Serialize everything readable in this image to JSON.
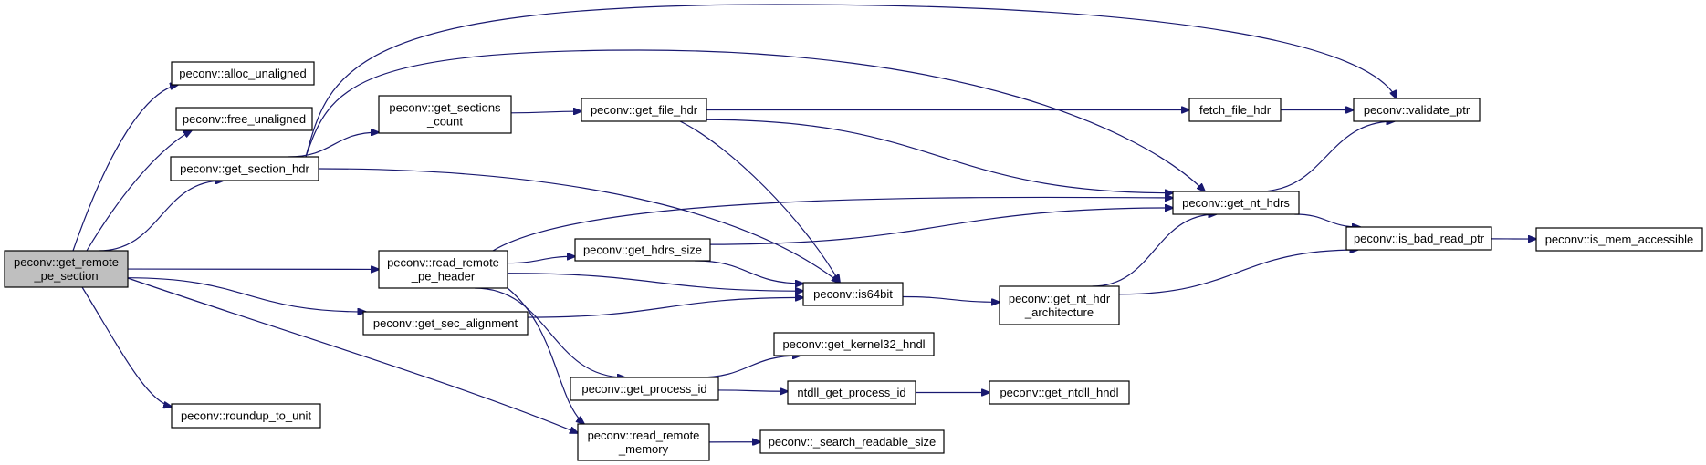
{
  "graph": {
    "nodes": [
      {
        "id": "root",
        "lines": [
          "peconv::get_remote",
          "_pe_section"
        ],
        "root": true
      },
      {
        "id": "alloc",
        "lines": [
          "peconv::alloc_unaligned"
        ]
      },
      {
        "id": "free",
        "lines": [
          "peconv::free_unaligned"
        ]
      },
      {
        "id": "sechdr",
        "lines": [
          "peconv::get_section_hdr"
        ]
      },
      {
        "id": "seccount",
        "lines": [
          "peconv::get_sections",
          "_count"
        ]
      },
      {
        "id": "readhdr",
        "lines": [
          "peconv::read_remote",
          "_pe_header"
        ]
      },
      {
        "id": "secalign",
        "lines": [
          "peconv::get_sec_alignment"
        ]
      },
      {
        "id": "roundup",
        "lines": [
          "peconv::roundup_to_unit"
        ]
      },
      {
        "id": "filehdr",
        "lines": [
          "peconv::get_file_hdr"
        ]
      },
      {
        "id": "hdrssize",
        "lines": [
          "peconv::get_hdrs_size"
        ]
      },
      {
        "id": "procid",
        "lines": [
          "peconv::get_process_id"
        ]
      },
      {
        "id": "readmem",
        "lines": [
          "peconv::read_remote",
          "_memory"
        ]
      },
      {
        "id": "kernel32",
        "lines": [
          "peconv::get_kernel32_hndl"
        ]
      },
      {
        "id": "ntdllpid",
        "lines": [
          "ntdll_get_process_id"
        ]
      },
      {
        "id": "searchsize",
        "lines": [
          "peconv::_search_readable_size"
        ]
      },
      {
        "id": "is64",
        "lines": [
          "peconv::is64bit"
        ]
      },
      {
        "id": "fetch",
        "lines": [
          "fetch_file_hdr"
        ]
      },
      {
        "id": "nthdrs",
        "lines": [
          "peconv::get_nt_hdrs"
        ]
      },
      {
        "id": "ntarch",
        "lines": [
          "peconv::get_nt_hdr",
          "_architecture"
        ]
      },
      {
        "id": "ntdllhndl",
        "lines": [
          "peconv::get_ntdll_hndl"
        ]
      },
      {
        "id": "validate",
        "lines": [
          "peconv::validate_ptr"
        ]
      },
      {
        "id": "badread",
        "lines": [
          "peconv::is_bad_read_ptr"
        ]
      },
      {
        "id": "memacc",
        "lines": [
          "peconv::is_mem_accessible"
        ]
      }
    ],
    "edges": [
      {
        "from": "root",
        "to": "alloc"
      },
      {
        "from": "root",
        "to": "free"
      },
      {
        "from": "root",
        "to": "sechdr"
      },
      {
        "from": "root",
        "to": "readhdr"
      },
      {
        "from": "root",
        "to": "secalign"
      },
      {
        "from": "root",
        "to": "roundup"
      },
      {
        "from": "root",
        "to": "readmem"
      },
      {
        "from": "sechdr",
        "to": "seccount"
      },
      {
        "from": "sechdr",
        "to": "validate"
      },
      {
        "from": "sechdr",
        "to": "nthdrs"
      },
      {
        "from": "sechdr",
        "to": "is64"
      },
      {
        "from": "seccount",
        "to": "filehdr"
      },
      {
        "from": "filehdr",
        "to": "fetch"
      },
      {
        "from": "filehdr",
        "to": "nthdrs"
      },
      {
        "from": "filehdr",
        "to": "is64"
      },
      {
        "from": "fetch",
        "to": "validate"
      },
      {
        "from": "readhdr",
        "to": "hdrssize"
      },
      {
        "from": "readhdr",
        "to": "nthdrs"
      },
      {
        "from": "readhdr",
        "to": "is64"
      },
      {
        "from": "readhdr",
        "to": "procid"
      },
      {
        "from": "readhdr",
        "to": "readmem"
      },
      {
        "from": "hdrssize",
        "to": "nthdrs"
      },
      {
        "from": "hdrssize",
        "to": "is64"
      },
      {
        "from": "secalign",
        "to": "is64"
      },
      {
        "from": "is64",
        "to": "ntarch"
      },
      {
        "from": "ntarch",
        "to": "nthdrs"
      },
      {
        "from": "ntarch",
        "to": "badread"
      },
      {
        "from": "nthdrs",
        "to": "validate"
      },
      {
        "from": "nthdrs",
        "to": "badread"
      },
      {
        "from": "badread",
        "to": "memacc"
      },
      {
        "from": "procid",
        "to": "kernel32"
      },
      {
        "from": "procid",
        "to": "ntdllpid"
      },
      {
        "from": "ntdllpid",
        "to": "ntdllhndl"
      },
      {
        "from": "readmem",
        "to": "searchsize"
      }
    ]
  },
  "colors": {
    "edge": "#191970",
    "root_fill": "#bfbfbf",
    "node_fill": "#ffffff",
    "node_stroke": "#000000"
  }
}
